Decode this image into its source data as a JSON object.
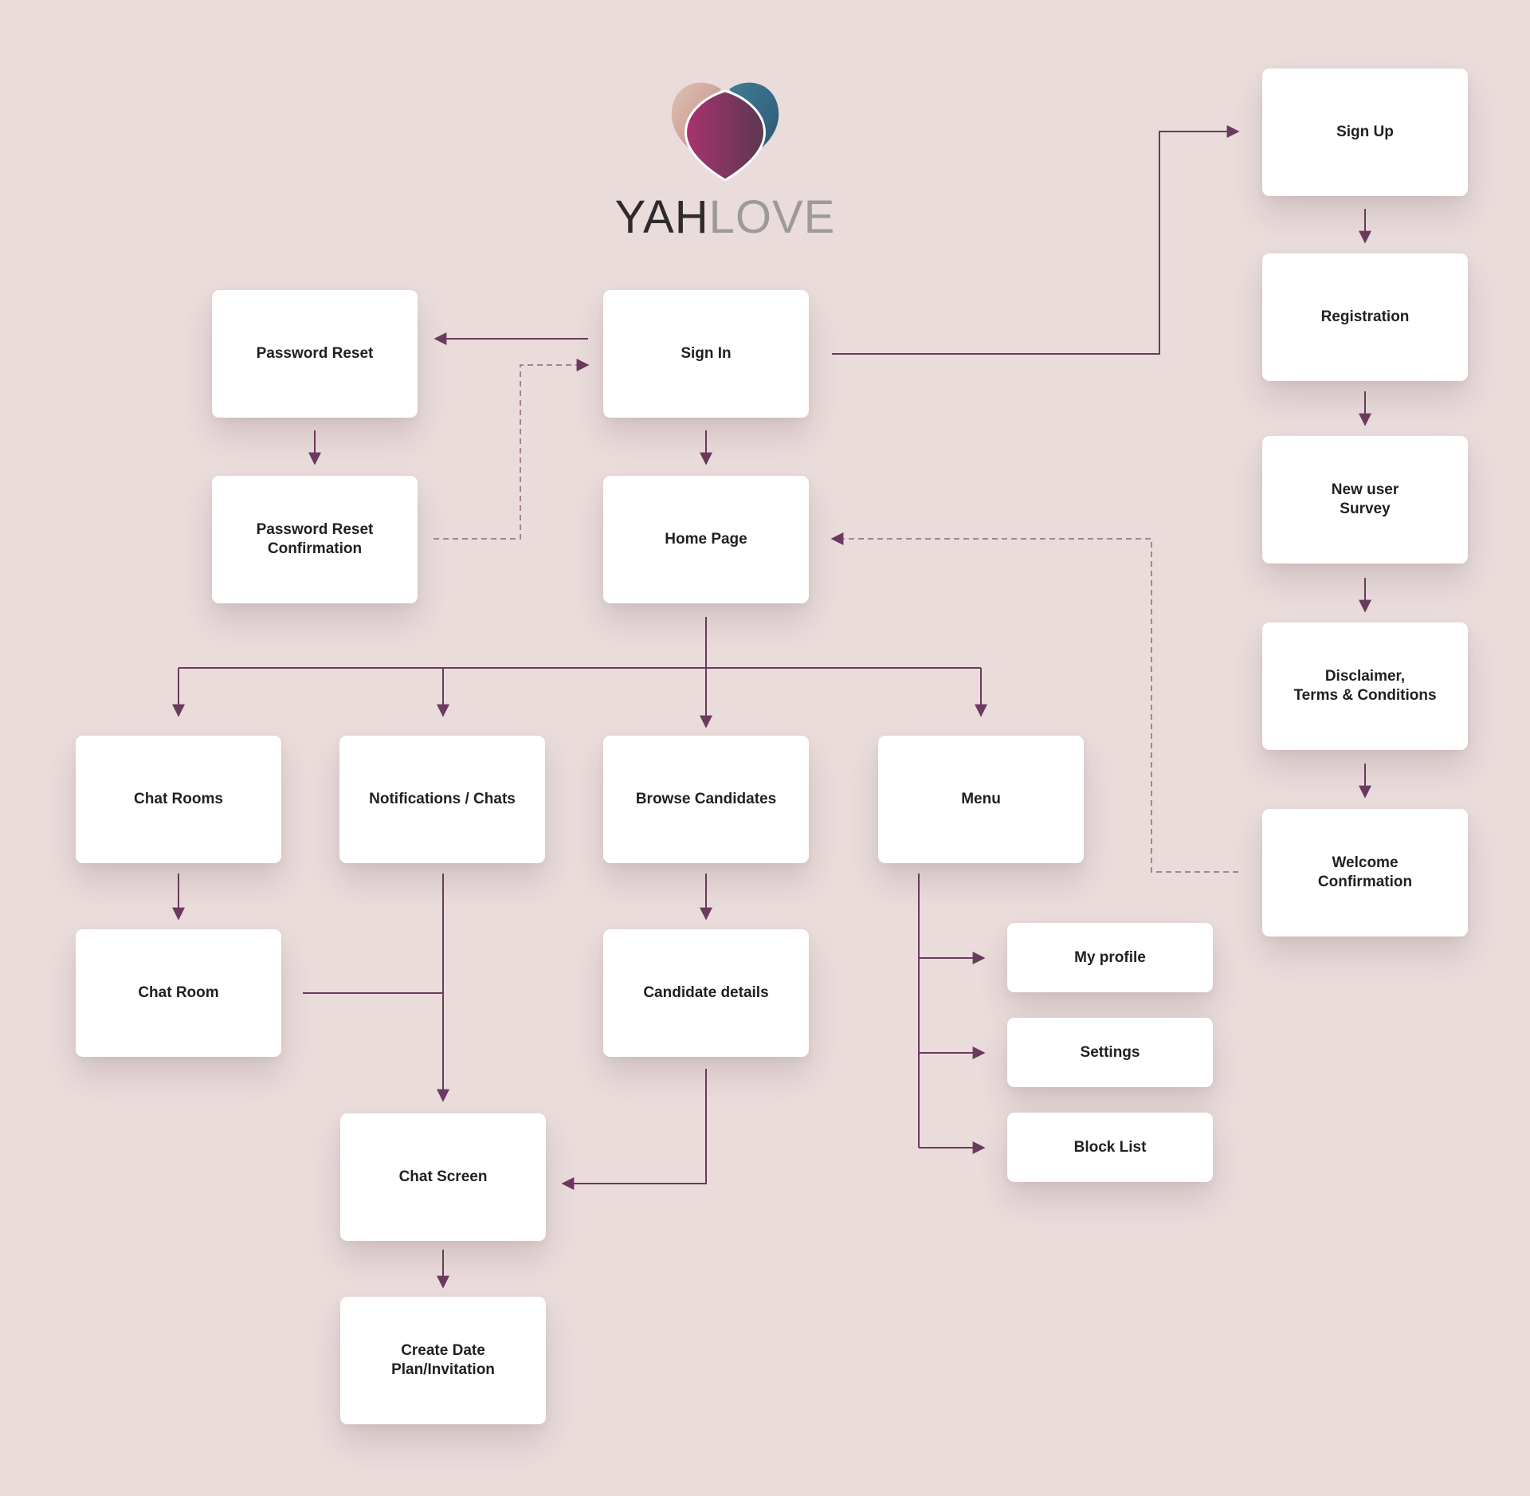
{
  "brand": {
    "name_dark": "YAH",
    "name_light": "LOVE",
    "colors": {
      "heart_left": "#e4bcae",
      "heart_right": "#356e8a",
      "heart_center_from": "#a63a72",
      "heart_center_to": "#5b3550",
      "connector": "#6b3a5e",
      "dashed_connector": "#a98291",
      "background": "#e9dcdb",
      "card": "#ffffff"
    }
  },
  "nodes": {
    "sign_in": "Sign In",
    "password_reset": "Password Reset",
    "password_reset_confirmation": "Password Reset\nConfirmation",
    "home_page": "Home Page",
    "sign_up": "Sign Up",
    "registration": "Registration",
    "new_user_survey": "New user\nSurvey",
    "disclaimer": "Disclaimer,\nTerms & Conditions",
    "welcome_confirmation": "Welcome\nConfirmation",
    "chat_rooms": "Chat Rooms",
    "notifications_chats": "Notifications / Chats",
    "browse_candidates": "Browse Candidates",
    "menu": "Menu",
    "chat_room": "Chat Room",
    "candidate_details": "Candidate details",
    "chat_screen": "Chat Screen",
    "create_date_plan": "Create Date\nPlan/Invitation",
    "my_profile": "My profile",
    "settings": "Settings",
    "block_list": "Block List"
  }
}
